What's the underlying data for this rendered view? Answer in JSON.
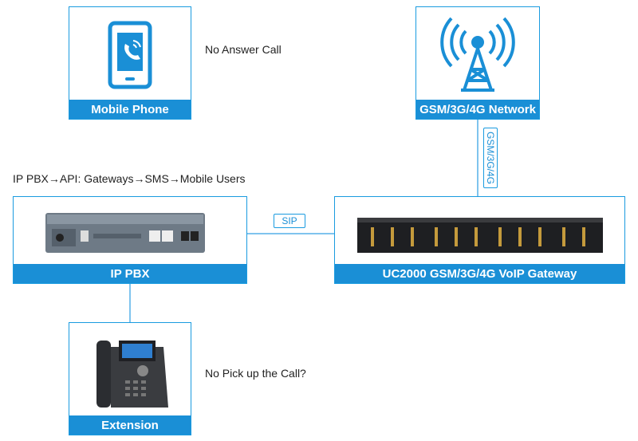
{
  "nodes": {
    "mobile_phone": "Mobile Phone",
    "gsm_network": "GSM/3G/4G Network",
    "ip_pbx": "IP PBX",
    "gateway": "UC2000 GSM/3G/4G VoIP Gateway",
    "extension": "Extension"
  },
  "annotations": {
    "no_answer": "No Answer Call",
    "api_flow": "IP PBX→API: Gateways→SMS→Mobile Users",
    "no_pickup": "No Pick up the Call?"
  },
  "links": {
    "sip": "SIP",
    "gsm": "GSM/3G/4G"
  },
  "colors": {
    "accent": "#1a8fd6",
    "border": "#1a9be0",
    "connector": "#7fc4ee"
  }
}
